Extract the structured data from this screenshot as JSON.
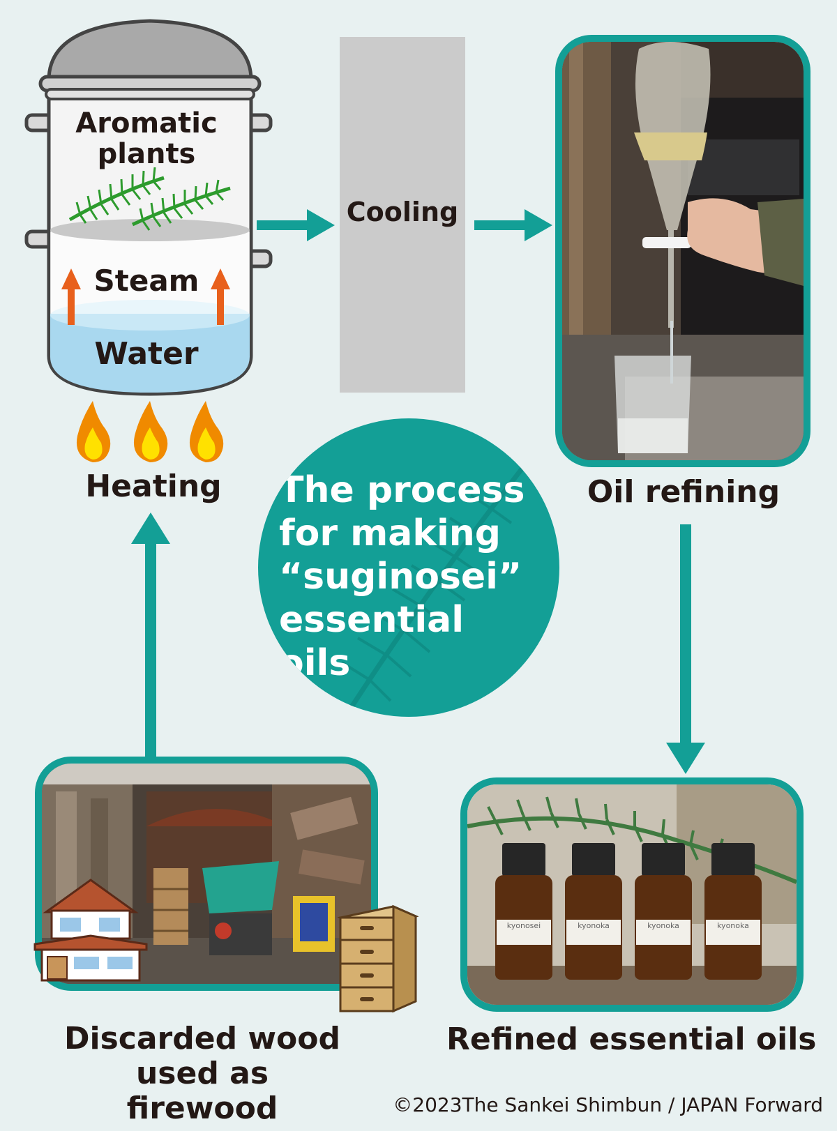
{
  "diagram": {
    "title": "The process\nfor making\n“suginosei”\nessential oils",
    "pot": {
      "plants_label": "Aromatic\nplants",
      "steam_label": "Steam",
      "water_label": "Water"
    },
    "steps": {
      "heating": "Heating",
      "cooling": "Cooling",
      "oil_refining": "Oil refining",
      "refined_oils": "Refined essential oils",
      "discarded_wood": "Discarded wood\nused as firewood"
    },
    "bottle_labels": [
      "kyonosei",
      "kyonoka",
      "kyonoka",
      "kyonoka"
    ],
    "credit": "©2023The Sankei Shimbun / JAPAN Forward"
  },
  "colors": {
    "accent": "#139f96",
    "background": "#e8f1f1",
    "text": "#231815",
    "steam_arrow": "#e8601c",
    "water": "#a9d8ef",
    "cooling_box": "#cbcbcb"
  },
  "icons": [
    "flame-icon",
    "pine-branch-icon",
    "house-icon",
    "drawer-chest-icon"
  ]
}
